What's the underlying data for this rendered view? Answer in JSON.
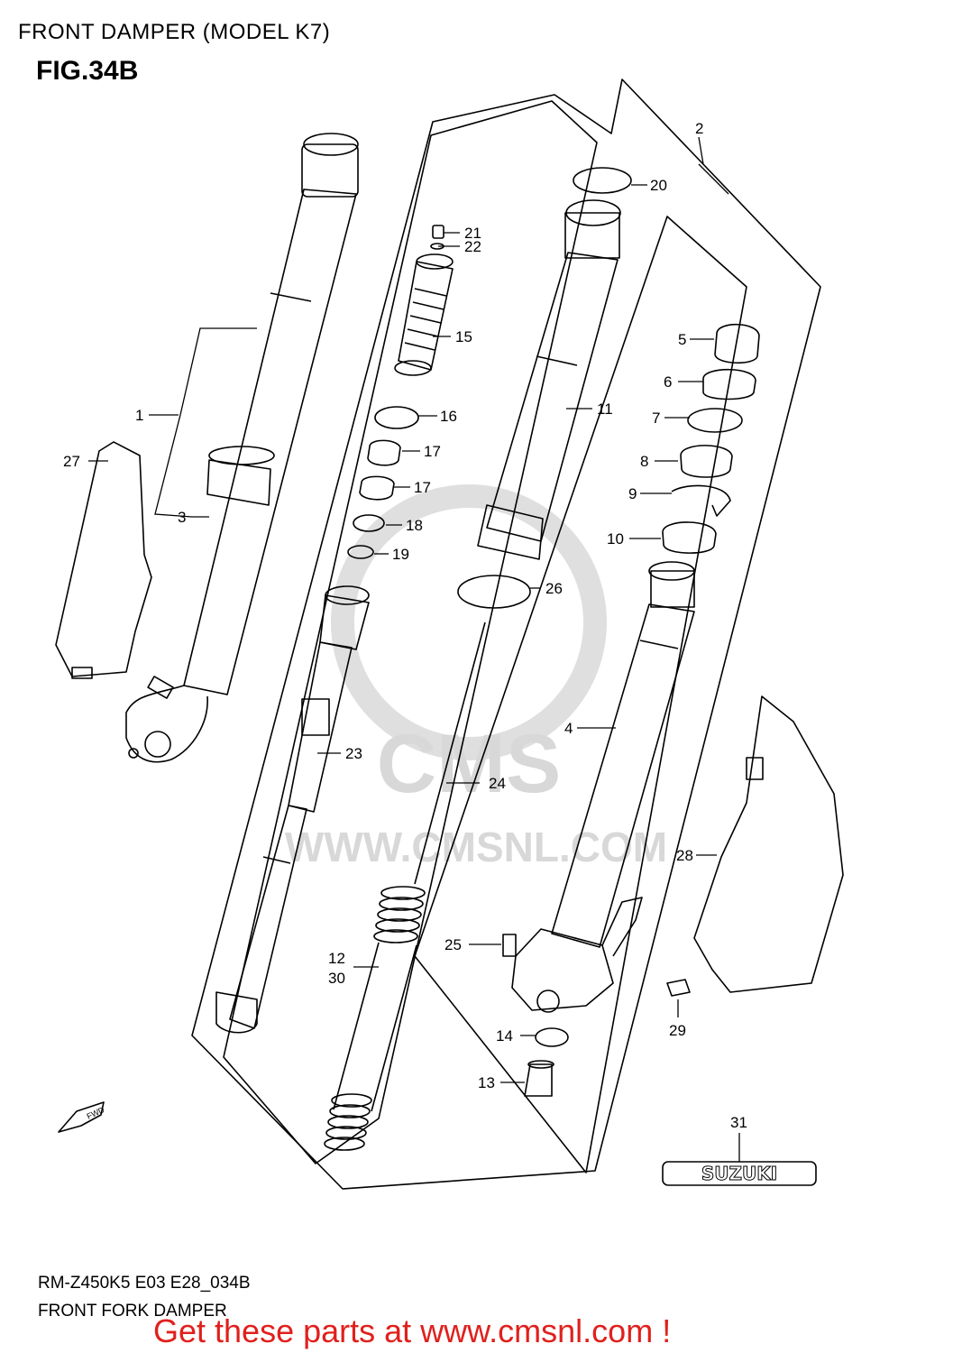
{
  "header": {
    "title": "FRONT DAMPER (MODEL K7)",
    "figure": "FIG.34B"
  },
  "footer": {
    "model_code": "RM-Z450K5 E03 E28_034B",
    "caption": "FRONT FORK DAMPER",
    "cta": "Get these parts at www.cmsnl.com !"
  },
  "watermark": {
    "brand": "CMS",
    "url": "WWW.CMSNL.COM"
  },
  "decal_text": "SUZUKI",
  "fwd_text": "FWD",
  "parts": [
    {
      "num": "1"
    },
    {
      "num": "2"
    },
    {
      "num": "3"
    },
    {
      "num": "4"
    },
    {
      "num": "5"
    },
    {
      "num": "6"
    },
    {
      "num": "7"
    },
    {
      "num": "8"
    },
    {
      "num": "9"
    },
    {
      "num": "10"
    },
    {
      "num": "11"
    },
    {
      "num": "12"
    },
    {
      "num": "13"
    },
    {
      "num": "14"
    },
    {
      "num": "15"
    },
    {
      "num": "16"
    },
    {
      "num": "17"
    },
    {
      "num": "17"
    },
    {
      "num": "18"
    },
    {
      "num": "19"
    },
    {
      "num": "20"
    },
    {
      "num": "21"
    },
    {
      "num": "22"
    },
    {
      "num": "23"
    },
    {
      "num": "24"
    },
    {
      "num": "25"
    },
    {
      "num": "26"
    },
    {
      "num": "27"
    },
    {
      "num": "28"
    },
    {
      "num": "29"
    },
    {
      "num": "30"
    },
    {
      "num": "31"
    }
  ]
}
